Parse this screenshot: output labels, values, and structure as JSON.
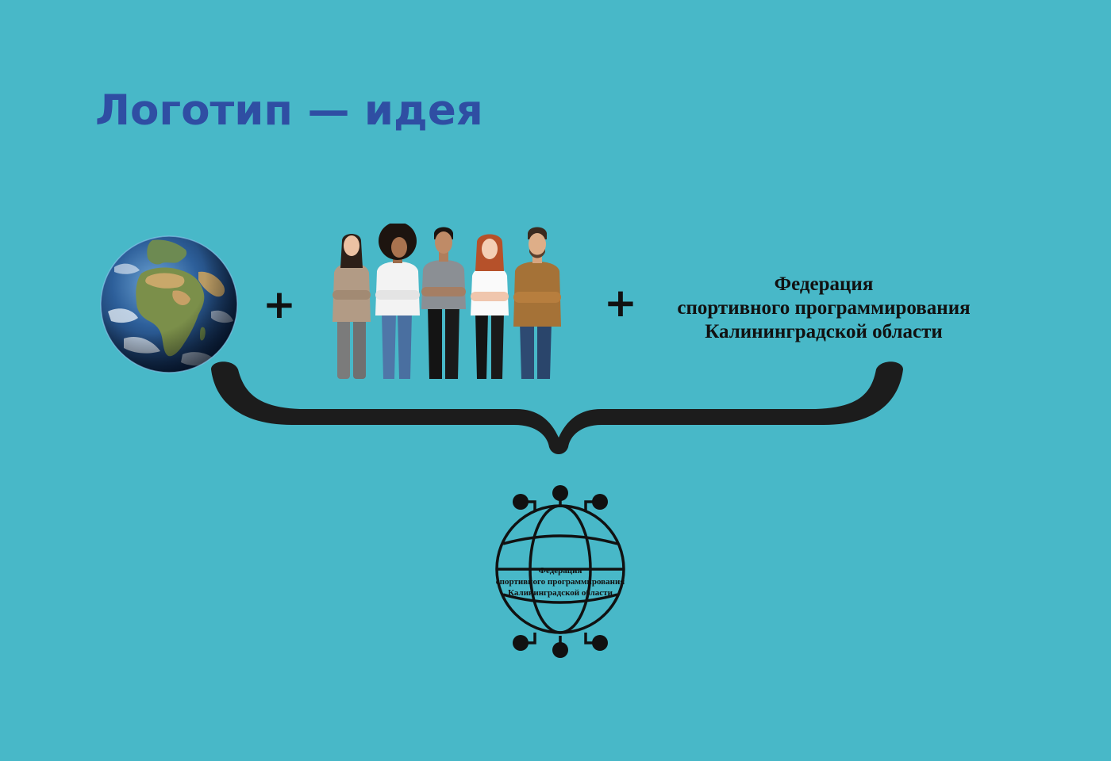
{
  "slide": {
    "title": "Логотип — идея"
  },
  "equation": {
    "plus_1": "+",
    "plus_2": "+",
    "federation_lines": [
      "Федерация",
      "спортивного программирования",
      "Калининградской области"
    ]
  },
  "logo": {
    "text_lines": [
      "Федерация",
      "спортивного программирования",
      "Калининградской области"
    ]
  },
  "icons": {
    "earth": "earth-globe-icon",
    "people": "people-group-icon",
    "brace": "curly-brace-icon",
    "logo": "circuit-globe-logo-icon"
  },
  "colors": {
    "background": "#48b8c8",
    "title": "#2f4ea3",
    "ink": "#111111"
  }
}
